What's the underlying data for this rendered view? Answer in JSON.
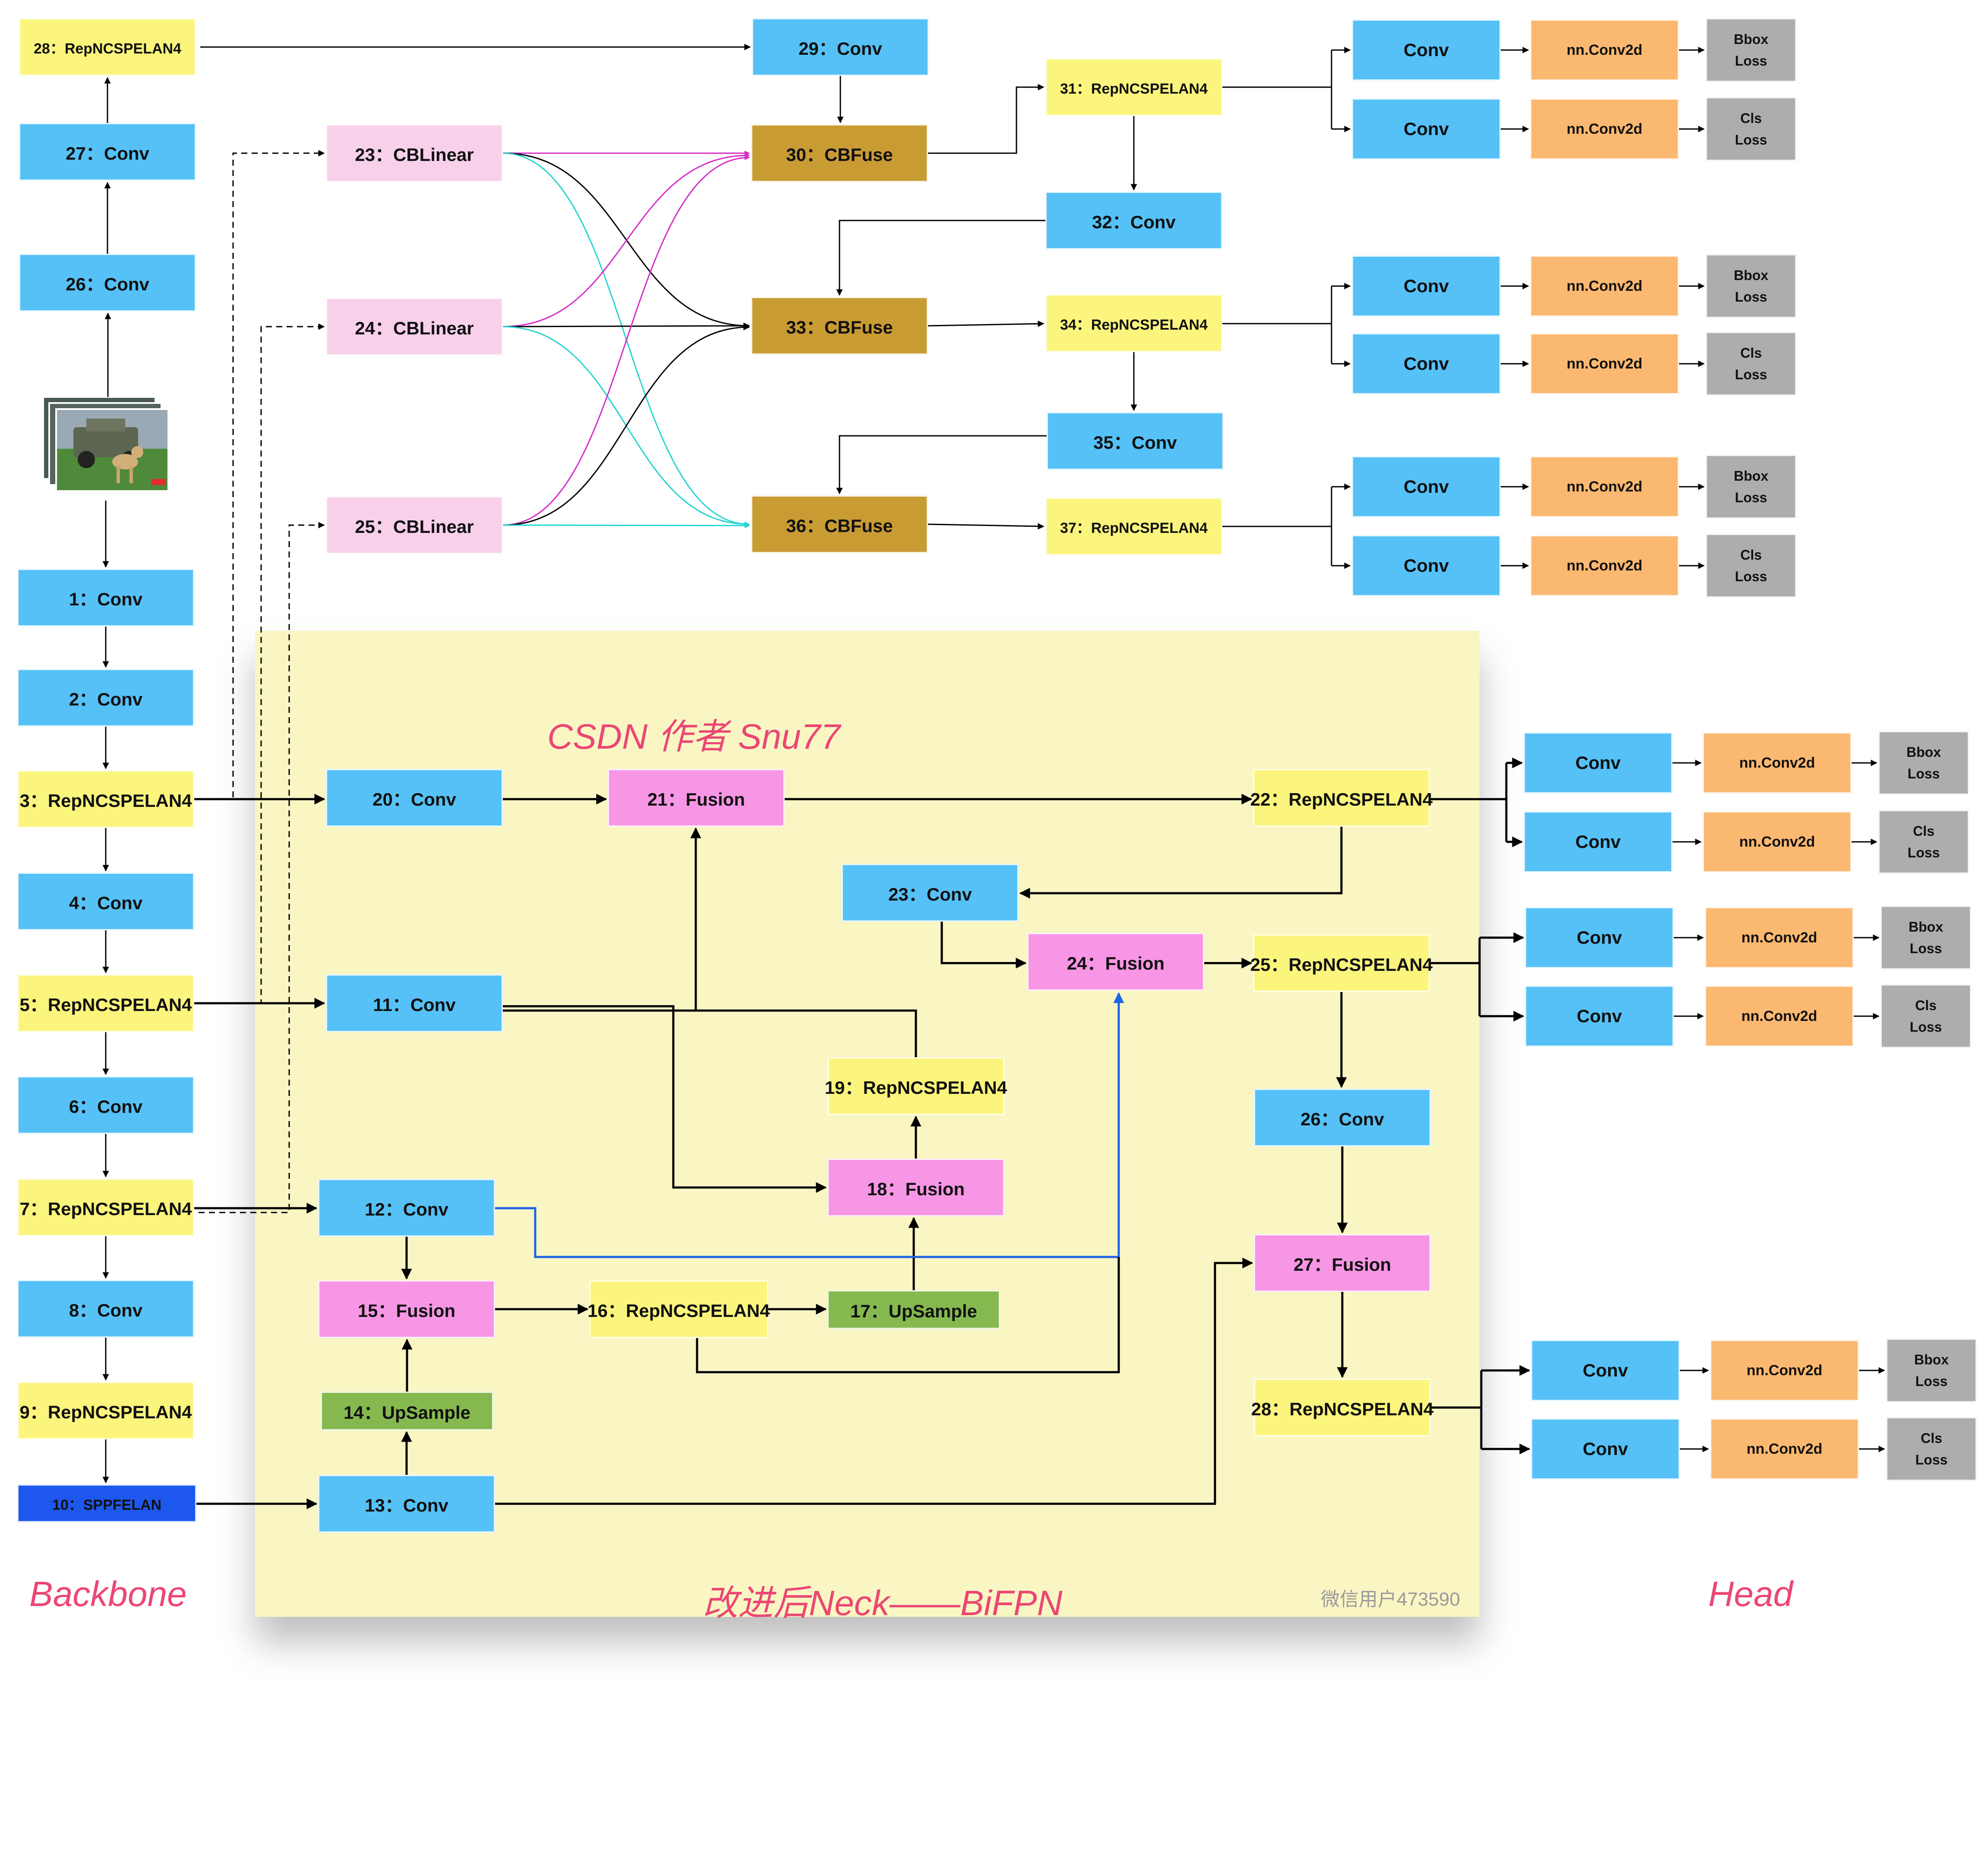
{
  "labels": {
    "backbone": "Backbone",
    "neck": "改进后Neck——BiFPN",
    "head": "Head",
    "author": "CSDN 作者 Snu77",
    "watermark": "微信用户473590"
  },
  "colors": {
    "conv": "#55c1f7",
    "repncspelan4": "#fbf57d",
    "fusion": "#f796e5",
    "cblinear": "#f8d0ea",
    "cbfuse": "#c99b33",
    "nn_conv2d": "#fbb870",
    "loss": "#adadad",
    "upsample": "#85b950",
    "sppfelan": "#1d57ee",
    "neck_background": "#f9f6c4",
    "label_text": "#ec4674",
    "edge_magenta": "#d62bc9",
    "edge_cyan": "#25d3d3",
    "edge_blue": "#1d63e6"
  },
  "input_image": {
    "icon": "jeep-and-dog-photo-stack-icon"
  },
  "backbone": [
    {
      "id": "b1",
      "label": "1：Conv"
    },
    {
      "id": "b2",
      "label": "2：Conv"
    },
    {
      "id": "b3",
      "label": "3：RepNCSPELAN4"
    },
    {
      "id": "b4",
      "label": "4：Conv"
    },
    {
      "id": "b5",
      "label": "5：RepNCSPELAN4"
    },
    {
      "id": "b6",
      "label": "6：Conv"
    },
    {
      "id": "b7",
      "label": "7：RepNCSPELAN4"
    },
    {
      "id": "b8",
      "label": "8：Conv"
    },
    {
      "id": "b9",
      "label": "9：RepNCSPELAN4"
    },
    {
      "id": "b10",
      "label": "10：SPPFELAN"
    },
    {
      "id": "b26",
      "label": "26：Conv"
    },
    {
      "id": "b27",
      "label": "27：Conv"
    },
    {
      "id": "b28",
      "label": "28：RepNCSPELAN4"
    }
  ],
  "auxiliary": [
    {
      "id": "a23",
      "label": "23：CBLinear"
    },
    {
      "id": "a24",
      "label": "24：CBLinear"
    },
    {
      "id": "a25",
      "label": "25：CBLinear"
    },
    {
      "id": "a29",
      "label": "29：Conv"
    },
    {
      "id": "a30",
      "label": "30：CBFuse"
    },
    {
      "id": "a33",
      "label": "33：CBFuse"
    },
    {
      "id": "a36",
      "label": "36：CBFuse"
    },
    {
      "id": "a31",
      "label": "31：RepNCSPELAN4"
    },
    {
      "id": "a32",
      "label": "32：Conv"
    },
    {
      "id": "a34",
      "label": "34：RepNCSPELAN4"
    },
    {
      "id": "a35",
      "label": "35：Conv"
    },
    {
      "id": "a37",
      "label": "37：RepNCSPELAN4"
    }
  ],
  "neck": [
    {
      "id": "n20",
      "label": "20：Conv"
    },
    {
      "id": "n21",
      "label": "21：Fusion"
    },
    {
      "id": "n22",
      "label": "22：RepNCSPELAN4"
    },
    {
      "id": "n23",
      "label": "23：Conv"
    },
    {
      "id": "n24",
      "label": "24：Fusion"
    },
    {
      "id": "n25",
      "label": "25：RepNCSPELAN4"
    },
    {
      "id": "n11",
      "label": "11：Conv"
    },
    {
      "id": "n19",
      "label": "19：RepNCSPELAN4"
    },
    {
      "id": "n18",
      "label": "18：Fusion"
    },
    {
      "id": "n26",
      "label": "26：Conv"
    },
    {
      "id": "n12",
      "label": "12：Conv"
    },
    {
      "id": "n27",
      "label": "27：Fusion"
    },
    {
      "id": "n15",
      "label": "15：Fusion"
    },
    {
      "id": "n16",
      "label": "16：RepNCSPELAN4"
    },
    {
      "id": "n17",
      "label": "17：UpSample"
    },
    {
      "id": "n28",
      "label": "28：RepNCSPELAN4"
    },
    {
      "id": "n14",
      "label": "14：UpSample"
    },
    {
      "id": "n13",
      "label": "13：Conv"
    }
  ],
  "head": {
    "conv_label": "Conv",
    "conv2d_label": "nn.Conv2d",
    "bbox_loss": [
      "Bbox",
      "Loss"
    ],
    "cls_loss": [
      "Cls",
      "Loss"
    ]
  }
}
